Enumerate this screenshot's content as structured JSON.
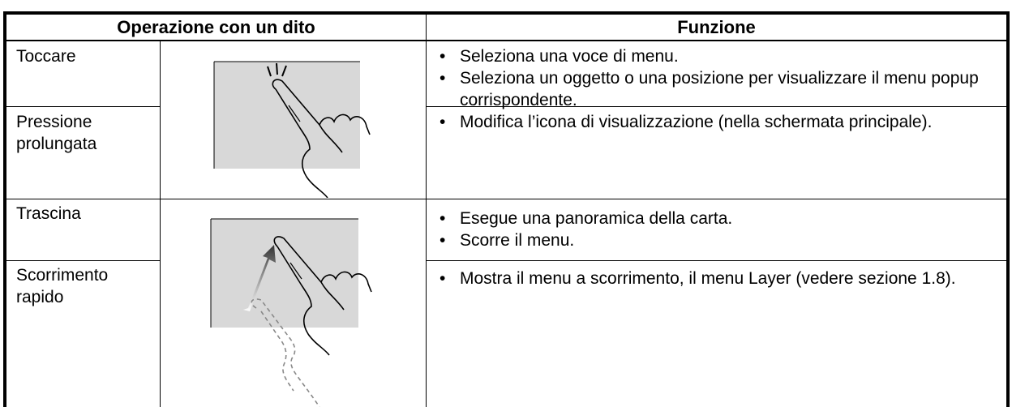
{
  "table": {
    "header": {
      "operation": "Operazione con un dito",
      "function": "Funzione"
    },
    "rows": [
      {
        "operation": "Toccare",
        "functions": [
          "Seleziona una voce di menu.",
          "Seleziona un oggetto o una posizione per visualizzare il menu popup corrispondente."
        ]
      },
      {
        "operation": "Pressione prolungata",
        "functions": [
          "Modifica l’icona di visualizzazione (nella schermata principale)."
        ]
      },
      {
        "operation": "Trascina",
        "functions": [
          "Esegue una panoramica della carta.",
          "Scorre il menu."
        ]
      },
      {
        "operation": "Scorrimento rapido",
        "functions": [
          "Mostra il menu a scorrimento, il menu Layer (vedere sezione 1.8)."
        ]
      }
    ]
  },
  "colors": {
    "screen_gray": "#d8d8d8",
    "border": "#000000",
    "arrow": "#555555"
  },
  "icons": [
    "tap-finger-icon",
    "swipe-finger-icon"
  ]
}
